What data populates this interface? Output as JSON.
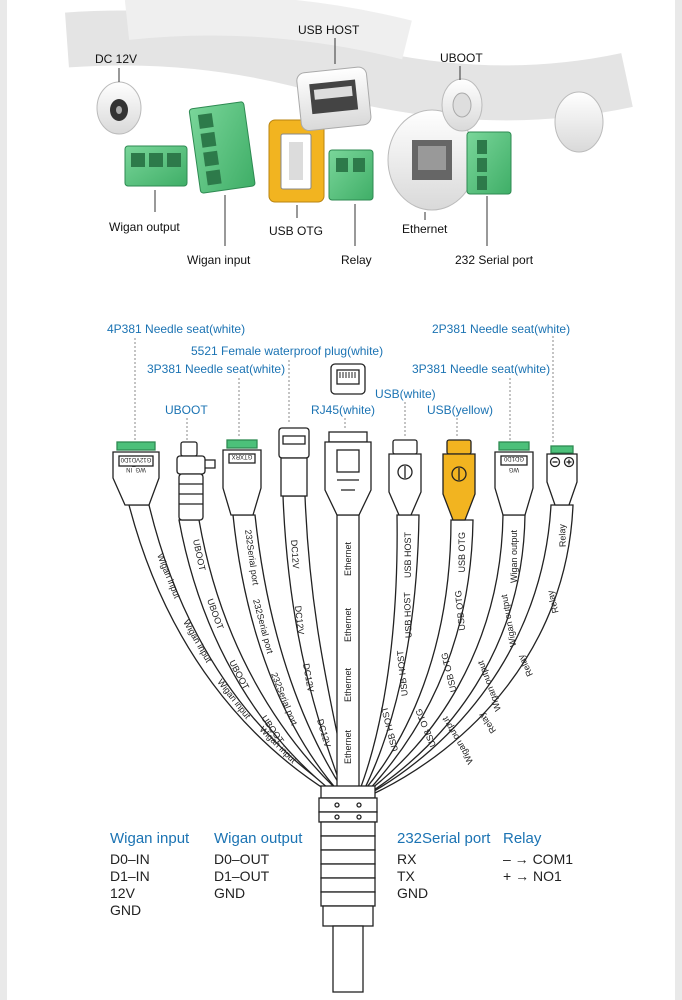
{
  "colors": {
    "accent_blue": "#1b73b3",
    "terminal_green": "#4cc07a",
    "usb_yellow": "#f2b420",
    "cable_white": "#f3f3f3",
    "outline": "#222222"
  },
  "photo": {
    "labels": {
      "dc12v": "DC 12V",
      "usb_host": "USB HOST",
      "uboot": "UBOOT",
      "wigan_output": "Wigan output",
      "wigan_input": "Wigan input",
      "usb_otg": "USB OTG",
      "relay": "Relay",
      "ethernet": "Ethernet",
      "serial_232": "232 Serial port"
    }
  },
  "connectors": {
    "needle_4p": "4P381 Needle seat(white)",
    "waterproof_5521": "5521 Female waterproof plug(white)",
    "needle_3p_left": "3P381 Needle seat(white)",
    "uboot": "UBOOT",
    "rj45": "RJ45(white)",
    "usb_white": "USB(white)",
    "usb_yellow": "USB(yellow)",
    "needle_2p": "2P381 Needle seat(white)",
    "needle_3p_right": "3P381 Needle seat(white)",
    "plug_text": {
      "wg_in_top": "G12VD1D0",
      "wg_in": "WG_IN",
      "serial_top": "GTXRX",
      "wg_out_top": "GD1D0",
      "wg_out": "WG"
    }
  },
  "cables": {
    "wigan_input": "Wigan input",
    "uboot": "UBOOT",
    "serial": "232Serial port",
    "dc12v": "DC12V",
    "ethernet": "Ethernet",
    "usb_host": "USB HOST",
    "usb_otg": "USB OTG",
    "wigan_output": "Wigan output",
    "relay": "Relay"
  },
  "legend": {
    "wigan_input": {
      "title": "Wigan input",
      "lines": [
        "D0–IN",
        "D1–IN",
        "12V",
        "GND"
      ]
    },
    "wigan_output": {
      "title": "Wigan output",
      "lines": [
        "D0–OUT",
        "D1–OUT",
        "GND"
      ]
    },
    "serial": {
      "title": "232Serial port",
      "lines": [
        "RX",
        "TX",
        "GND"
      ]
    },
    "relay": {
      "title": "Relay",
      "lines": [
        "– → COM1",
        "+ → NO1"
      ]
    }
  }
}
